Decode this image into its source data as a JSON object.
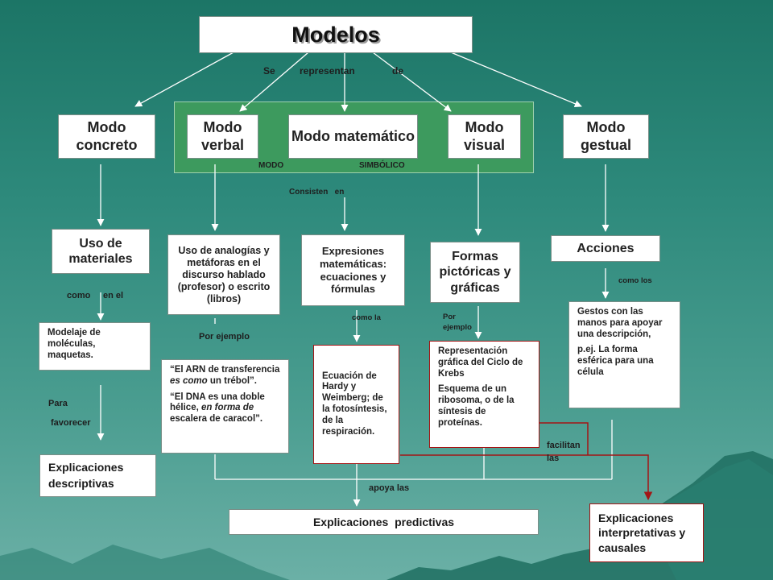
{
  "title": "Modelos",
  "links": {
    "se_representan": [
      "Se",
      "representan",
      "de"
    ],
    "modo_simbolico": [
      "MODO",
      "SIMBÓLICO"
    ],
    "consisten_en": "Consisten   en",
    "como_en_el": [
      "como",
      "en el"
    ],
    "por_ejemplo_verbal": "Por ejemplo",
    "como_la": "como la",
    "por_ejemplo_visual": [
      "Por",
      "ejemplo"
    ],
    "como_los": "como los",
    "para": "Para",
    "favorecer": "favorecer",
    "apoya_las": "apoya las",
    "facilitan_las": [
      "facilitan",
      "las"
    ]
  },
  "modes": {
    "concreto": "Modo concreto",
    "verbal": "Modo verbal",
    "matematico": "Modo matemático",
    "visual": "Modo visual",
    "gestual": "Modo gestual"
  },
  "level2": {
    "materiales": "Uso de materiales",
    "analogias": "Uso de analogías y metáforas en el discurso hablado (profesor) o escrito (libros)",
    "expresiones": "Expresiones matemáticas: ecuaciones y fórmulas",
    "formas": "Formas pictóricas y gráficas",
    "acciones": "Acciones"
  },
  "examples": {
    "modelaje": "Modelaje de moléculas, maquetas.",
    "arn": [
      "“El ARN de transferencia ",
      "es como",
      " un trébol”."
    ],
    "dna": [
      "“El DNA es una doble hélice, ",
      "en forma de",
      " escalera de caracol”."
    ],
    "ecuacion": "Ecuación de Hardy y Weimberg; de la fotosíntesis, de la respiración.",
    "representacion": [
      "Representación gráfica del Ciclo de Krebs",
      "Esquema de un ribosoma, o de la síntesis de proteínas."
    ],
    "gestos": [
      "Gestos con las manos para apoyar una descripción,",
      "p.ej. La forma esférica para una célula"
    ]
  },
  "outcomes": {
    "descriptivas": "Explicaciones descriptivas",
    "predictivas": "Explicaciones  predictivas",
    "interpretativas": "Explicaciones interpretativas y causales"
  },
  "colors": {
    "symbolic_group": "#3d9a5e",
    "red_connector": "#a31515",
    "arrow": "#ffffff"
  }
}
